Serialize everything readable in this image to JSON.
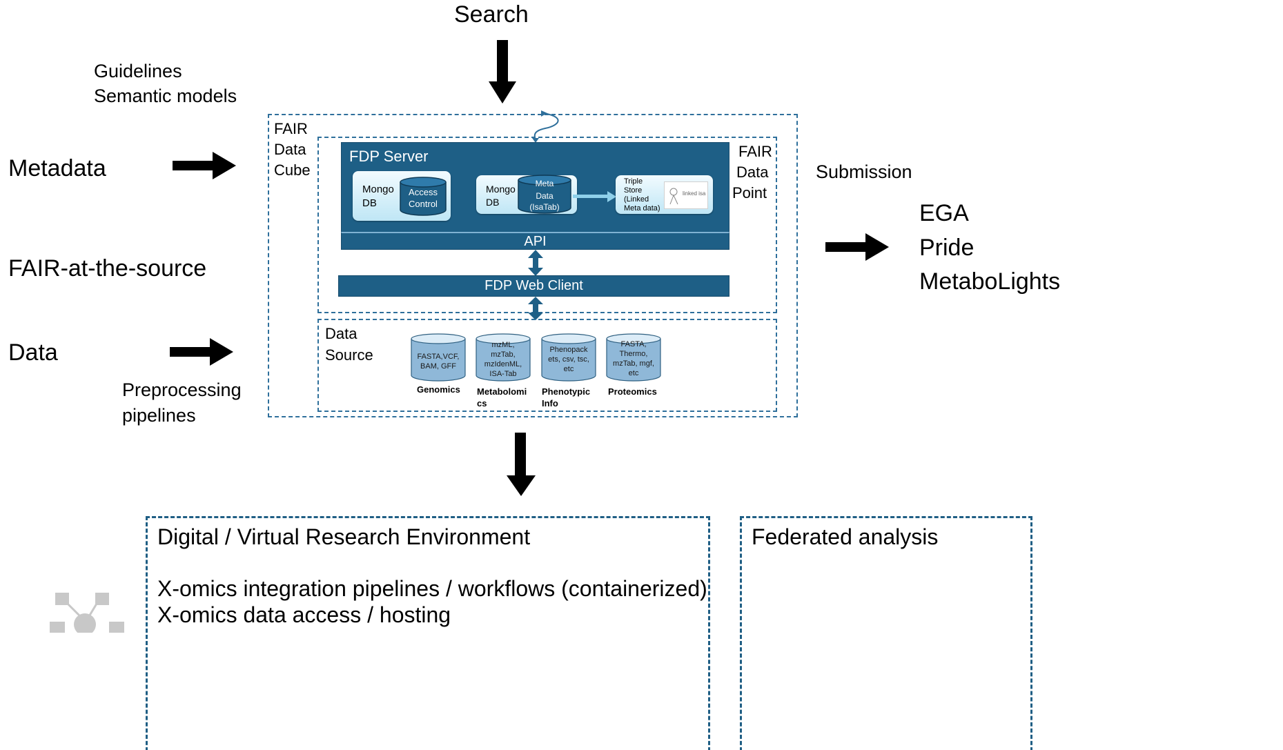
{
  "top": {
    "search": "Search",
    "guidelines_line1": "Guidelines",
    "guidelines_line2": "Semantic models"
  },
  "left": {
    "metadata": "Metadata",
    "fair_at_source": "FAIR-at-the-source",
    "data": "Data",
    "preprocessing_line1": "Preprocessing",
    "preprocessing_line2": "pipelines"
  },
  "right": {
    "submission": "Submission",
    "repositories": [
      "EGA",
      "Pride",
      "MetaboLights"
    ]
  },
  "cube": {
    "label_lines": [
      "FAIR",
      "Data",
      "Cube"
    ],
    "point_label_lines": [
      "FAIR",
      "Data",
      "Point"
    ],
    "fdp_server": "FDP Server",
    "mongo1_lines": [
      "Mongo",
      "DB"
    ],
    "access_control_lines": [
      "Access",
      "Control"
    ],
    "mongo2_lines": [
      "Mongo",
      "DB"
    ],
    "metadata_lines": [
      "Meta",
      "Data",
      "(IsaTab)"
    ],
    "triple_store_lines": [
      "Triple",
      "Store",
      "(Linked",
      "Meta data)"
    ],
    "linkedisa_logo": "linked isa",
    "api": "API",
    "web_client": "FDP Web Client",
    "data_source_lines": [
      "Data",
      "Source"
    ],
    "sources": [
      {
        "cylinder_text": "FASTA,VCF, BAM, GFF",
        "caption": "Genomics"
      },
      {
        "cylinder_text": "mzML, mzTab, mzIdenML, ISA-Tab",
        "caption": "Metabolomi cs"
      },
      {
        "cylinder_text": "Phenopack ets, csv, tsc, etc",
        "caption": "Phenotypic Info"
      },
      {
        "cylinder_text": "FASTA, Thermo, mzTab, mgf, etc",
        "caption": "Proteomics"
      }
    ]
  },
  "env": {
    "title": "Digital / Virtual Research Environment",
    "line1": "X-omics integration pipelines / workflows (containerized)",
    "line2": "X-omics data access / hosting",
    "federated": "Federated analysis"
  },
  "colors": {
    "panel": "#1e5f86",
    "dashed": "#2e6f9b",
    "cylinder_top": "#dcecf7",
    "cylinder_body": "#8fb8d8"
  }
}
